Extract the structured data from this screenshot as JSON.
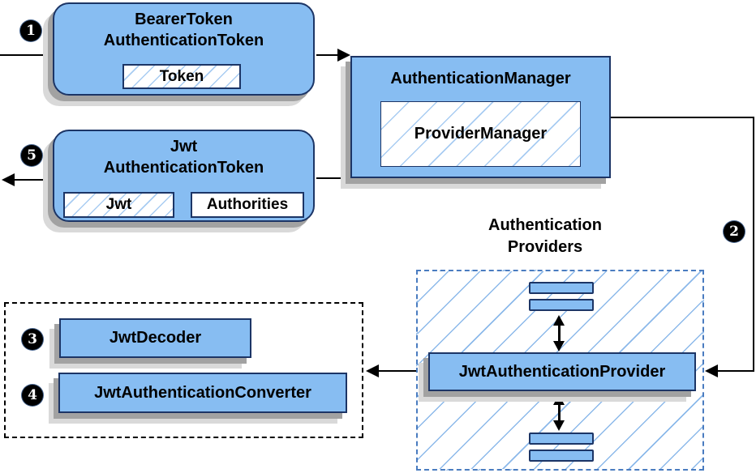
{
  "nodes": {
    "bearer_token": {
      "title_line1": "BearerToken",
      "title_line2": "AuthenticationToken",
      "chip": "Token"
    },
    "jwt_token": {
      "title_line1": "Jwt",
      "title_line2": "AuthenticationToken",
      "chip_jwt": "Jwt",
      "chip_authorities": "Authorities"
    },
    "authentication_manager": {
      "title": "AuthenticationManager",
      "chip": "ProviderManager"
    },
    "providers_group": {
      "label_line1": "Authentication",
      "label_line2": "Providers",
      "slot_bar_count_top": 2,
      "slot_bar_count_bottom": 2
    },
    "jwt_authentication_provider": {
      "title": "JwtAuthenticationProvider"
    },
    "jwt_decoder": {
      "title": "JwtDecoder"
    },
    "jwt_authentication_converter": {
      "title": "JwtAuthenticationConverter"
    }
  },
  "badges": {
    "step1": "1",
    "step2": "2",
    "step3": "3",
    "step4": "4",
    "step5": "5"
  },
  "colors": {
    "node_fill": "#87bdf2",
    "node_border": "#1c3566",
    "hatch": "#a8ccf2",
    "hatch_lg": "#8cb9ea",
    "steel": "#4a7cc0",
    "shadow1": "#a2a2a2",
    "shadow2": "#d9d9d9",
    "line": "#000000",
    "badge_bg": "#000000",
    "badge_fg": "#ffffff"
  }
}
